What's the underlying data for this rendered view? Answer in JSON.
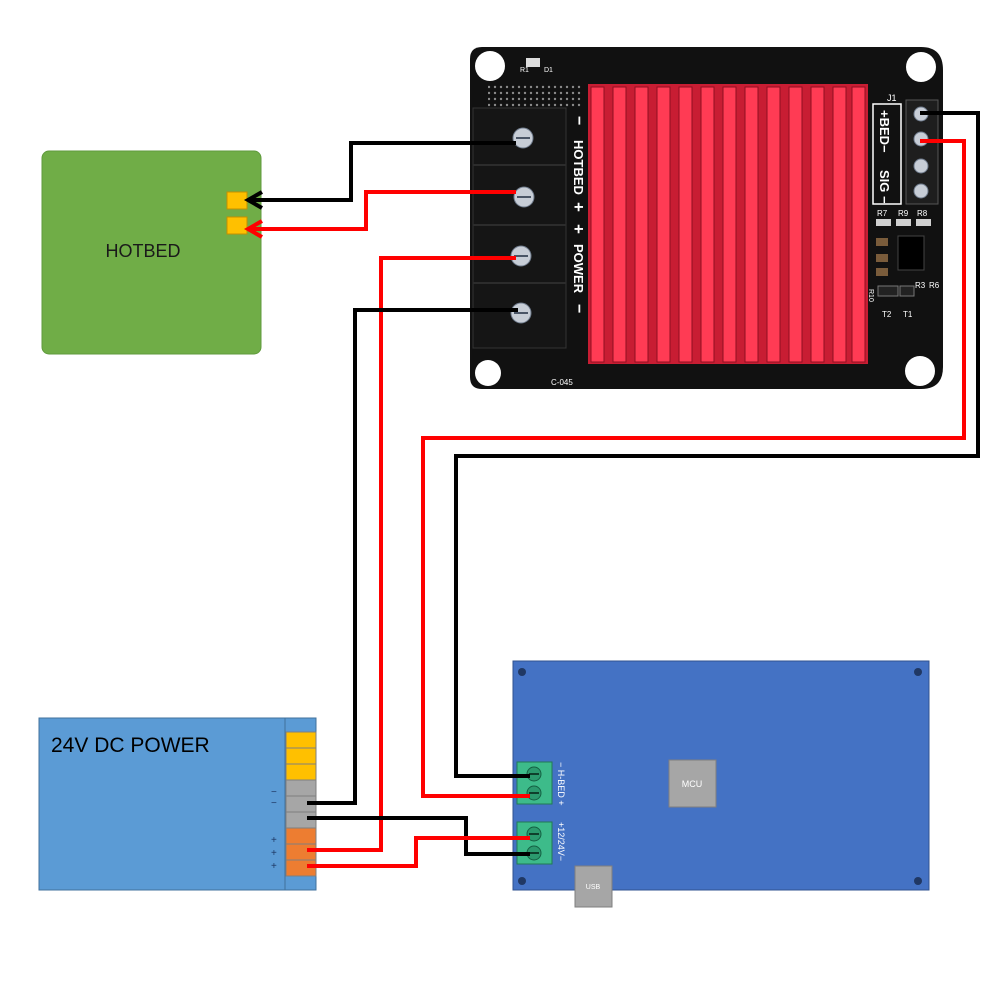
{
  "hotbed": {
    "label": "HOTBED",
    "color": "#70ad47"
  },
  "mosfet": {
    "hotbed_label": "HOTBED",
    "power_label": "POWER",
    "minus": "−",
    "plus": "+",
    "bed_label": "+BED−",
    "sig_label": "SIG −",
    "j1": "J1",
    "r7": "R7",
    "r9": "R9",
    "r8": "R8",
    "r10": "R10",
    "r3": "R3",
    "r6": "R6",
    "t2": "T2",
    "t1": "T1",
    "r1": "R1",
    "d1": "D1",
    "model": "C-045",
    "heatsink_color": "#e8243c"
  },
  "power_supply": {
    "label": "24V DC POWER",
    "minus1": "−",
    "minus2": "−",
    "plus1": "+",
    "plus2": "+",
    "plus3": "+",
    "color": "#5b9bd5"
  },
  "controller": {
    "mcu_label": "MCU",
    "usb_label": "USB",
    "hbed_label": "− H-BED +",
    "hbed_pins": "− +",
    "pwr_label": "+12/24V−",
    "pwr_pins": "+ −",
    "color": "#4472c4"
  },
  "wire_colors": {
    "red": "#ff0000",
    "black": "#000000"
  }
}
